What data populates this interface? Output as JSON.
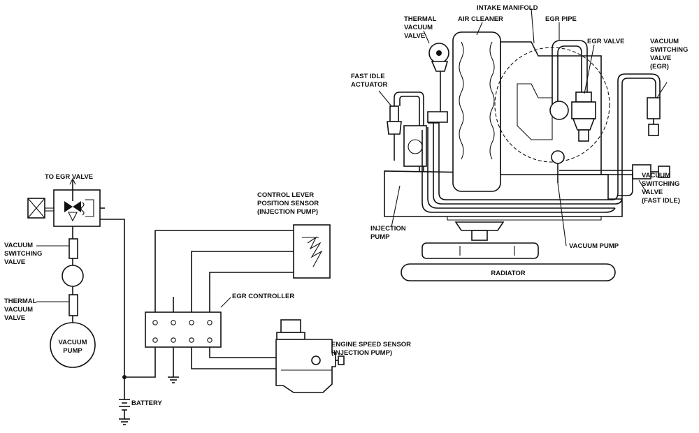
{
  "left_diagram": {
    "to_egr_valve": "TO EGR VALVE",
    "vacuum_switching_valve": [
      "VACUUM",
      "SWITCHING",
      "VALVE"
    ],
    "thermal_vacuum_valve": [
      "THERMAL",
      "VACUUM",
      "VALVE"
    ],
    "vacuum_pump": [
      "VACUUM",
      "PUMP"
    ],
    "control_lever_sensor": [
      "CONTROL LEVER",
      "POSITION SENSOR",
      "(INJECTION PUMP)"
    ],
    "egr_controller": "EGR CONTROLLER",
    "engine_speed_sensor": [
      "ENGINE SPEED SENSOR",
      "(INJECTION PUMP)"
    ],
    "battery": "BATTERY"
  },
  "right_diagram": {
    "intake_manifold": "INTAKE MANIFOLD",
    "thermal_vacuum_valve": [
      "THERMAL",
      "VACUUM",
      "VALVE"
    ],
    "air_cleaner": "AIR CLEANER",
    "egr_pipe": "EGR PIPE",
    "egr_valve": "EGR VALVE",
    "vacuum_switching_valve_egr": [
      "VACUUM",
      "SWITCHING",
      "VALVE",
      "(EGR)"
    ],
    "fast_idle_actuator": [
      "FAST IDLE",
      "ACTUATOR"
    ],
    "vacuum_switching_valve_fast_idle": [
      "VACUUM",
      "SWITCHING",
      "VALVE",
      "(FAST IDLE)"
    ],
    "injection_pump": [
      "INJECTION",
      "PUMP"
    ],
    "vacuum_pump": "VACUUM PUMP",
    "radiator": "RADIATOR"
  }
}
